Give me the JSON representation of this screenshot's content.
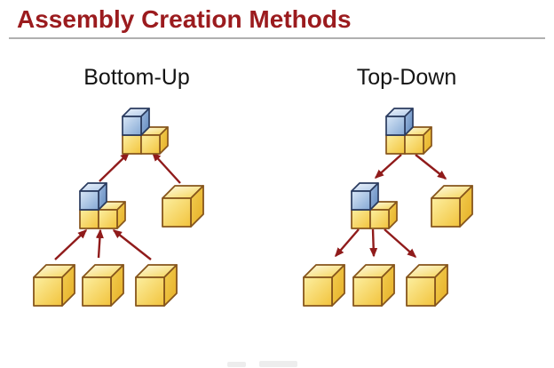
{
  "slide": {
    "title": "Assembly Creation Methods",
    "background": "#FFFFFF"
  },
  "diagrams": [
    {
      "label": "Bottom-Up",
      "arrow_direction": "up",
      "top_level": [
        "assembly of 1 blue cube and 2 yellow cubes"
      ],
      "middle_level": [
        "sub-assembly of 1 blue cube and 2 yellow cubes",
        "single yellow cube"
      ],
      "bottom_level": [
        "single yellow cube",
        "single yellow cube",
        "single yellow cube"
      ],
      "arrow_count": 5
    },
    {
      "label": "Top-Down",
      "arrow_direction": "down",
      "top_level": [
        "assembly of 1 blue cube and 2 yellow cubes"
      ],
      "middle_level": [
        "sub-assembly of 1 blue cube and 2 yellow cubes",
        "single yellow cube"
      ],
      "bottom_level": [
        "single yellow cube",
        "single yellow cube",
        "single yellow cube"
      ],
      "arrow_count": 5
    }
  ],
  "colors": {
    "title_text": "#9B1B1E",
    "divider": "#B0B0B0",
    "arrow": "#901B1B",
    "label_text": "#141414",
    "cube_yellow": "#F2C33C",
    "cube_yellow_highlight": "#FCEFA1",
    "cube_yellow_outline": "#86551C",
    "cube_blue": "#85A8D4",
    "cube_blue_highlight": "#D7E6F6",
    "cube_blue_outline": "#2A3B5F",
    "background": "#FFFFFF"
  }
}
